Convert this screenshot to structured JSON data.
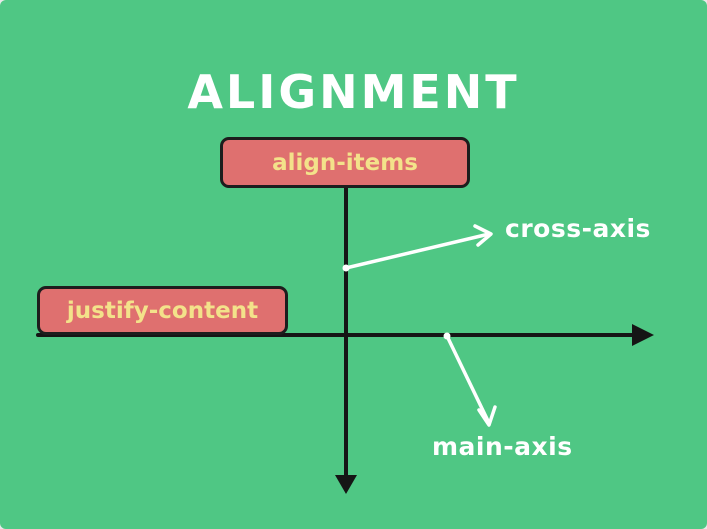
{
  "title": "ALIGNMENT",
  "labels": {
    "align_items": "align-items",
    "justify_content": "justify-content",
    "cross_axis": "cross-axis",
    "main_axis": "main-axis"
  },
  "colors": {
    "background": "#4fc784",
    "tag_fill": "#df706f",
    "tag_text": "#f3e28a",
    "tag_border": "#1d1d1d",
    "axis": "#151515",
    "pointer": "#ffffff"
  },
  "icons": {
    "main_axis_arrowhead": "arrow-right-icon",
    "cross_axis_arrowhead": "arrow-down-icon"
  }
}
